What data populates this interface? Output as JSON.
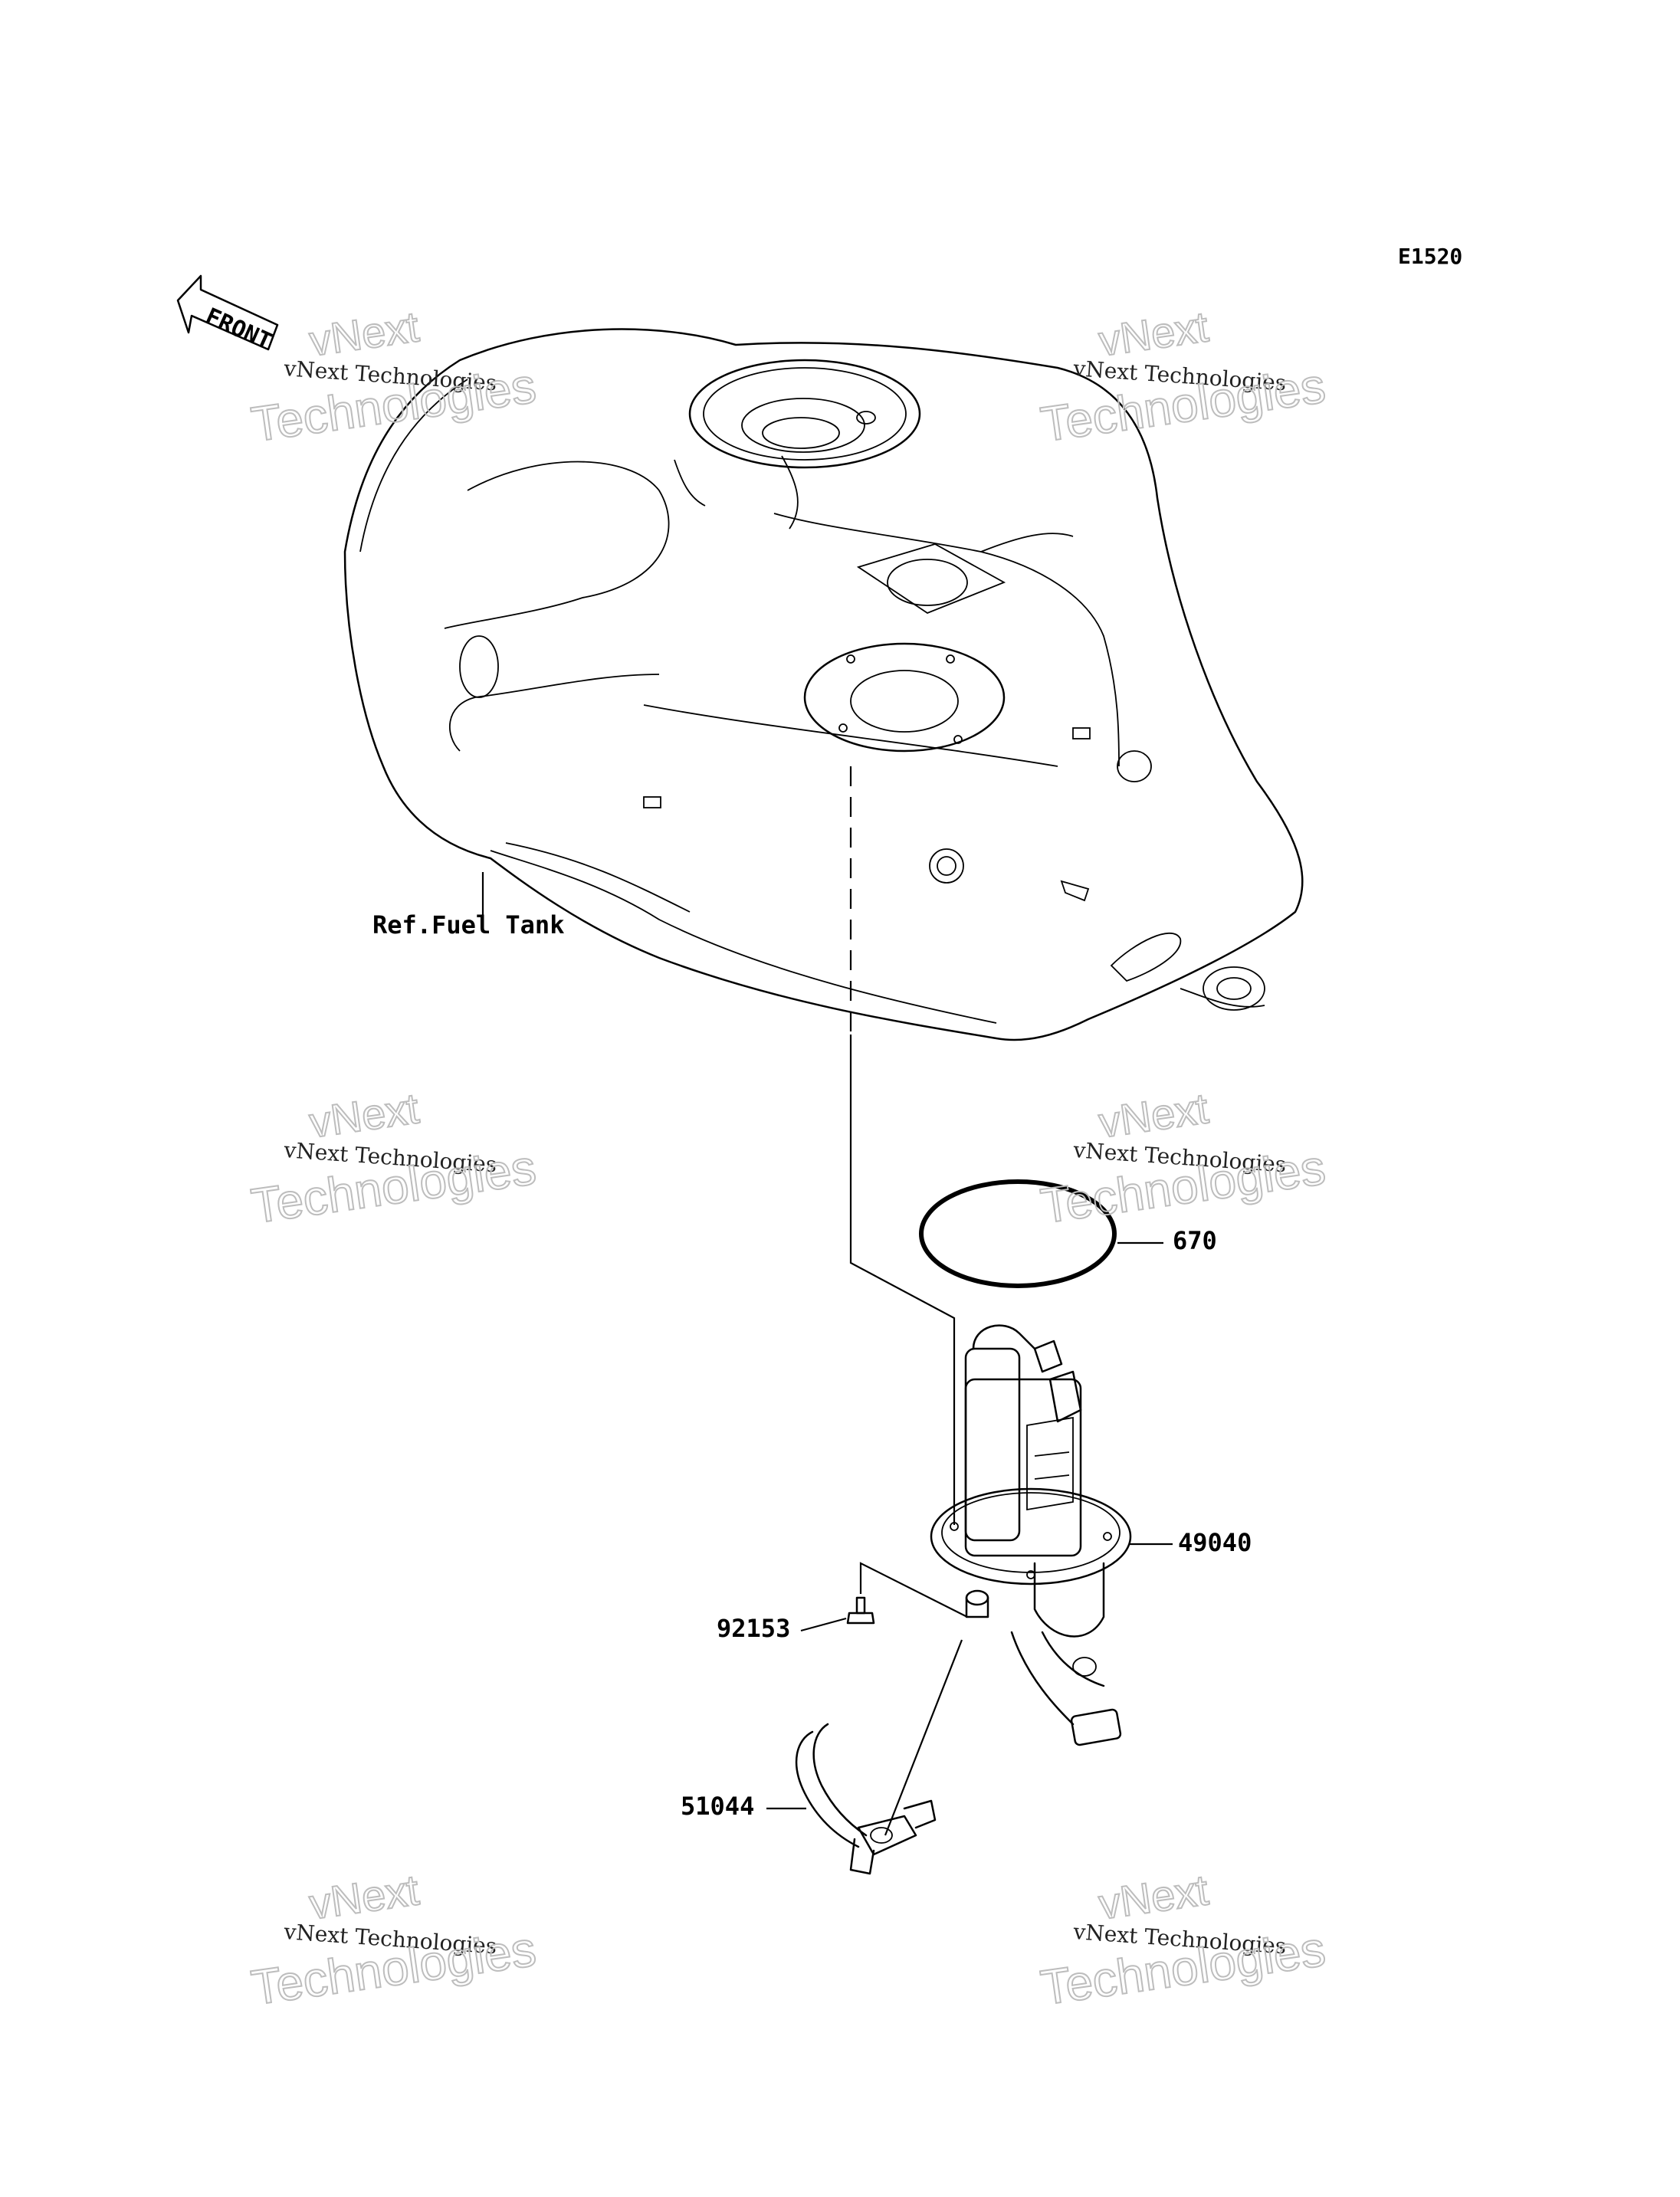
{
  "diagram_code": "E1520",
  "front_label": "FRONT",
  "parts": [
    {
      "id": "ref-fuel-tank",
      "label": "Ref.Fuel Tank"
    },
    {
      "id": "o-ring",
      "label": "670"
    },
    {
      "id": "fuel-pump",
      "label": "49040"
    },
    {
      "id": "bolt",
      "label": "92153"
    },
    {
      "id": "hose",
      "label": "51044"
    }
  ],
  "watermark": {
    "line1": "vNext Technologies",
    "line2": "vNext",
    "line3": "Technologies"
  }
}
